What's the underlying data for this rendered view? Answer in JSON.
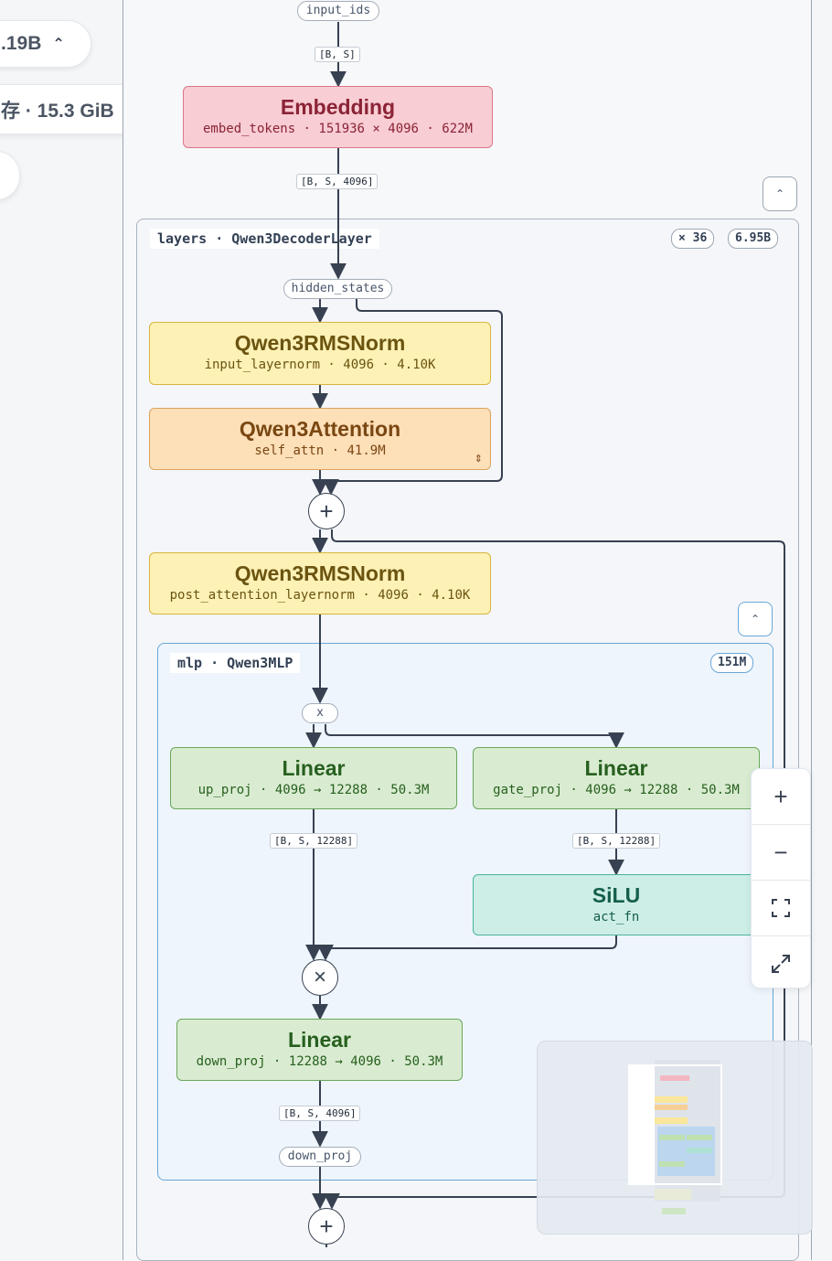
{
  "left_panel": {
    "params_pill": ".19B",
    "memory_pill": "存 · 15.3 GiB"
  },
  "graph": {
    "input_port": "input_ids",
    "shape_1": "[B, S]",
    "embedding": {
      "title": "Embedding",
      "subtitle": "embed_tokens · 151936 × 4096 · 622M"
    },
    "shape_2": "[B, S, 4096]",
    "layers": {
      "title": "layers · Qwen3DecoderLayer",
      "repeat_badge": "× 36",
      "params_badge": "6.95B",
      "hidden_port": "hidden_states",
      "input_layernorm": {
        "title": "Qwen3RMSNorm",
        "subtitle": "input_layernorm · 4096 · 4.10K"
      },
      "self_attn": {
        "title": "Qwen3Attention",
        "subtitle": "self_attn · 41.9M"
      },
      "post_layernorm": {
        "title": "Qwen3RMSNorm",
        "subtitle": "post_attention_layernorm · 4096 · 4.10K"
      },
      "mlp": {
        "title": "mlp · Qwen3MLP",
        "params_badge": "151M",
        "x_port": "x",
        "up_proj": {
          "title": "Linear",
          "subtitle": "up_proj · 4096 → 12288 · 50.3M"
        },
        "gate_proj": {
          "title": "Linear",
          "subtitle": "gate_proj · 4096 → 12288 · 50.3M"
        },
        "shape_up": "[B, S, 12288]",
        "shape_gate": "[B, S, 12288]",
        "act_fn": {
          "title": "SiLU",
          "subtitle": "act_fn"
        },
        "down_proj": {
          "title": "Linear",
          "subtitle": "down_proj · 12288 → 4096 · 50.3M"
        },
        "shape_down": "[B, S, 4096]",
        "down_port": "down_proj"
      }
    }
  },
  "icons": {
    "add_op": "plus-circle-icon",
    "mul_op": "times-circle-icon",
    "collapse": "chevron-up-icon"
  },
  "colors": {
    "embedding": "#f8cdd3",
    "norm": "#fdf1b6",
    "attention": "#fddfb8",
    "linear": "#d9ecd1",
    "activation": "#cdeee6",
    "mlp_container": "#eef5fc"
  }
}
